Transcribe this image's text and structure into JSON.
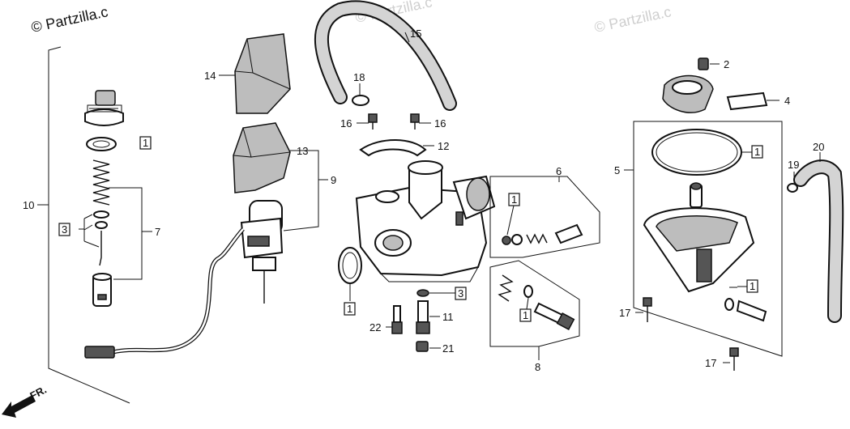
{
  "watermark": {
    "main": "© Partzilla.c",
    "faint_top": "© Partzilla.c",
    "faint_right": "© Partzilla.c"
  },
  "front_indicator": "FR.",
  "callouts": {
    "c1": "1",
    "c2": "2",
    "c3": "3",
    "c4": "4",
    "c5": "5",
    "c6": "6",
    "c7": "7",
    "c8": "8",
    "c9": "9",
    "c10": "10",
    "c11": "11",
    "c12": "12",
    "c13": "13",
    "c14": "14",
    "c15": "15",
    "c16": "16",
    "c17": "17",
    "c18": "18",
    "c19": "19",
    "c20": "20",
    "c21": "21",
    "c22": "22"
  }
}
